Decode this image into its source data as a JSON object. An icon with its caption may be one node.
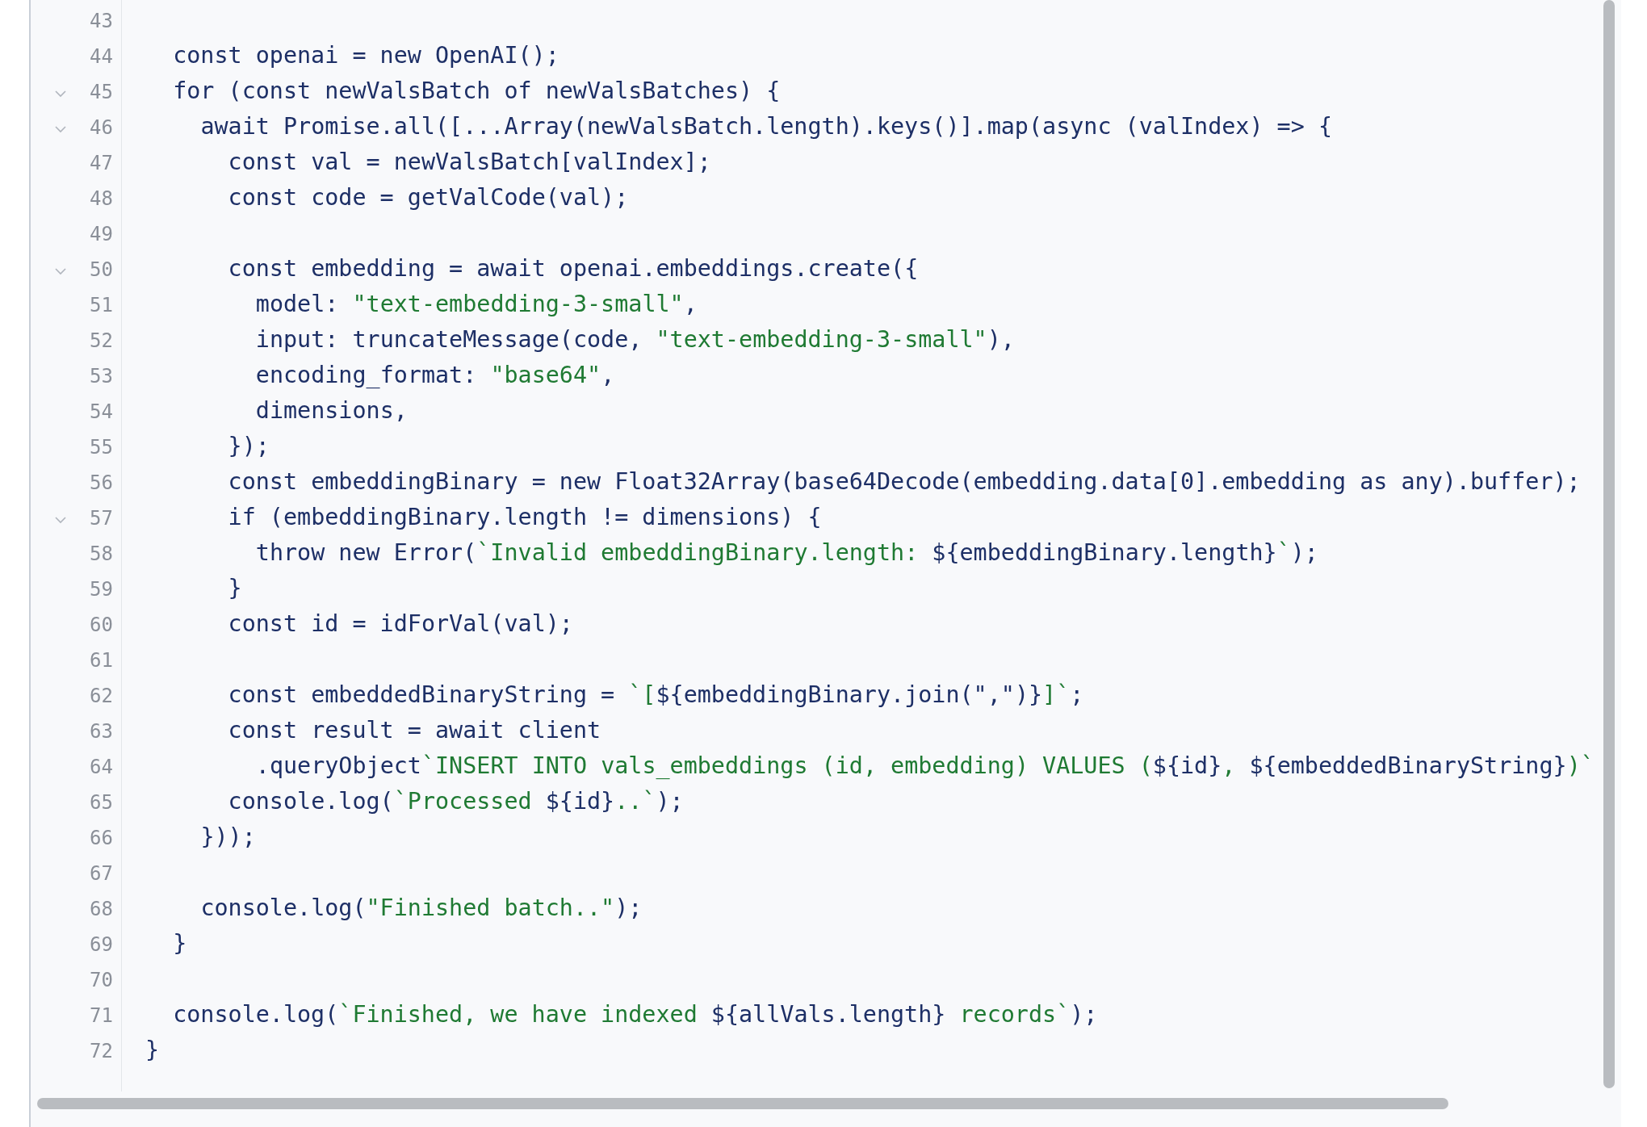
{
  "diagram": {
    "labels": [
      "43",
      "44",
      "const openai = new OpenAI();",
      "45",
      "for (const newValsBatch of newValsBatches) {",
      "46",
      "await Promise.all([...Array(newValsBatch.length).keys()].map(async (valIndex) => {",
      "47",
      "const val = newValsBatch[valIndex];",
      "48",
      "const code = getValCode(val);",
      "49",
      "50",
      "const embedding = await openai.embeddings.create({",
      "51",
      "model: \"text-embedding-3-small\",",
      "52",
      "input: truncateMessage(code, \"text-embedding-3-small\"),",
      "53",
      "encoding_format: \"base64\",",
      "54",
      "dimensions,",
      "55",
      "});",
      "56",
      "const embeddingBinary = new Float32Array(base64Decode(embedding.data[0].embedding as any).buffer);",
      "57",
      "if (embeddingBinary.length != dimensions) {",
      "58",
      "throw new Error(`Invalid embeddingBinary.length: ${embeddingBinary.length}`);",
      "59",
      "}",
      "60",
      "const id = idForVal(val);",
      "61",
      "62",
      "const embeddedBinaryString = `[${embeddingBinary.join(\",\")}]`;",
      "63",
      "const result = await client",
      "64",
      ".queryObject`INSERT INTO vals_embeddings (id, embedding) VALUES (${id}, ${embeddedBinaryString})`",
      "65",
      "console.log(`Processed ${id}..`);",
      "66",
      "}));",
      "67",
      "68",
      "console.log(\"Finished batch..\");",
      "69",
      "}",
      "70",
      "71",
      "console.log(`Finished, we have indexed ${allVals.length} records`);",
      "72",
      "}"
    ]
  }
}
